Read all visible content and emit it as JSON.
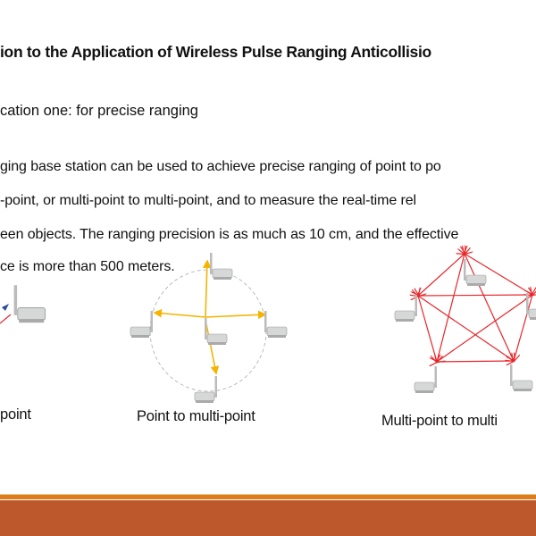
{
  "slide": {
    "title": "ion to the Application of Wireless Pulse Ranging Anticollisio",
    "subtitle": "cation one: for precise ranging",
    "body_lines": [
      "ging base station can be used to achieve precise ranging of point to po",
      "-point, or multi-point to multi-point,  and to measure the real-time rel",
      "een objects. The ranging precision is as much as 10 cm, and the effective",
      "ce is more than 500 meters."
    ],
    "captions": {
      "point_to_point": "point",
      "point_to_multi": "Point to multi-point",
      "multi_to_multi": "Multi-point to multi"
    }
  },
  "colors": {
    "p2m_arrows": "#f5b400",
    "m2m_arrows": "#e8262a",
    "footer_stripe": "#e07b1c",
    "footer_band": "#bd582c"
  }
}
